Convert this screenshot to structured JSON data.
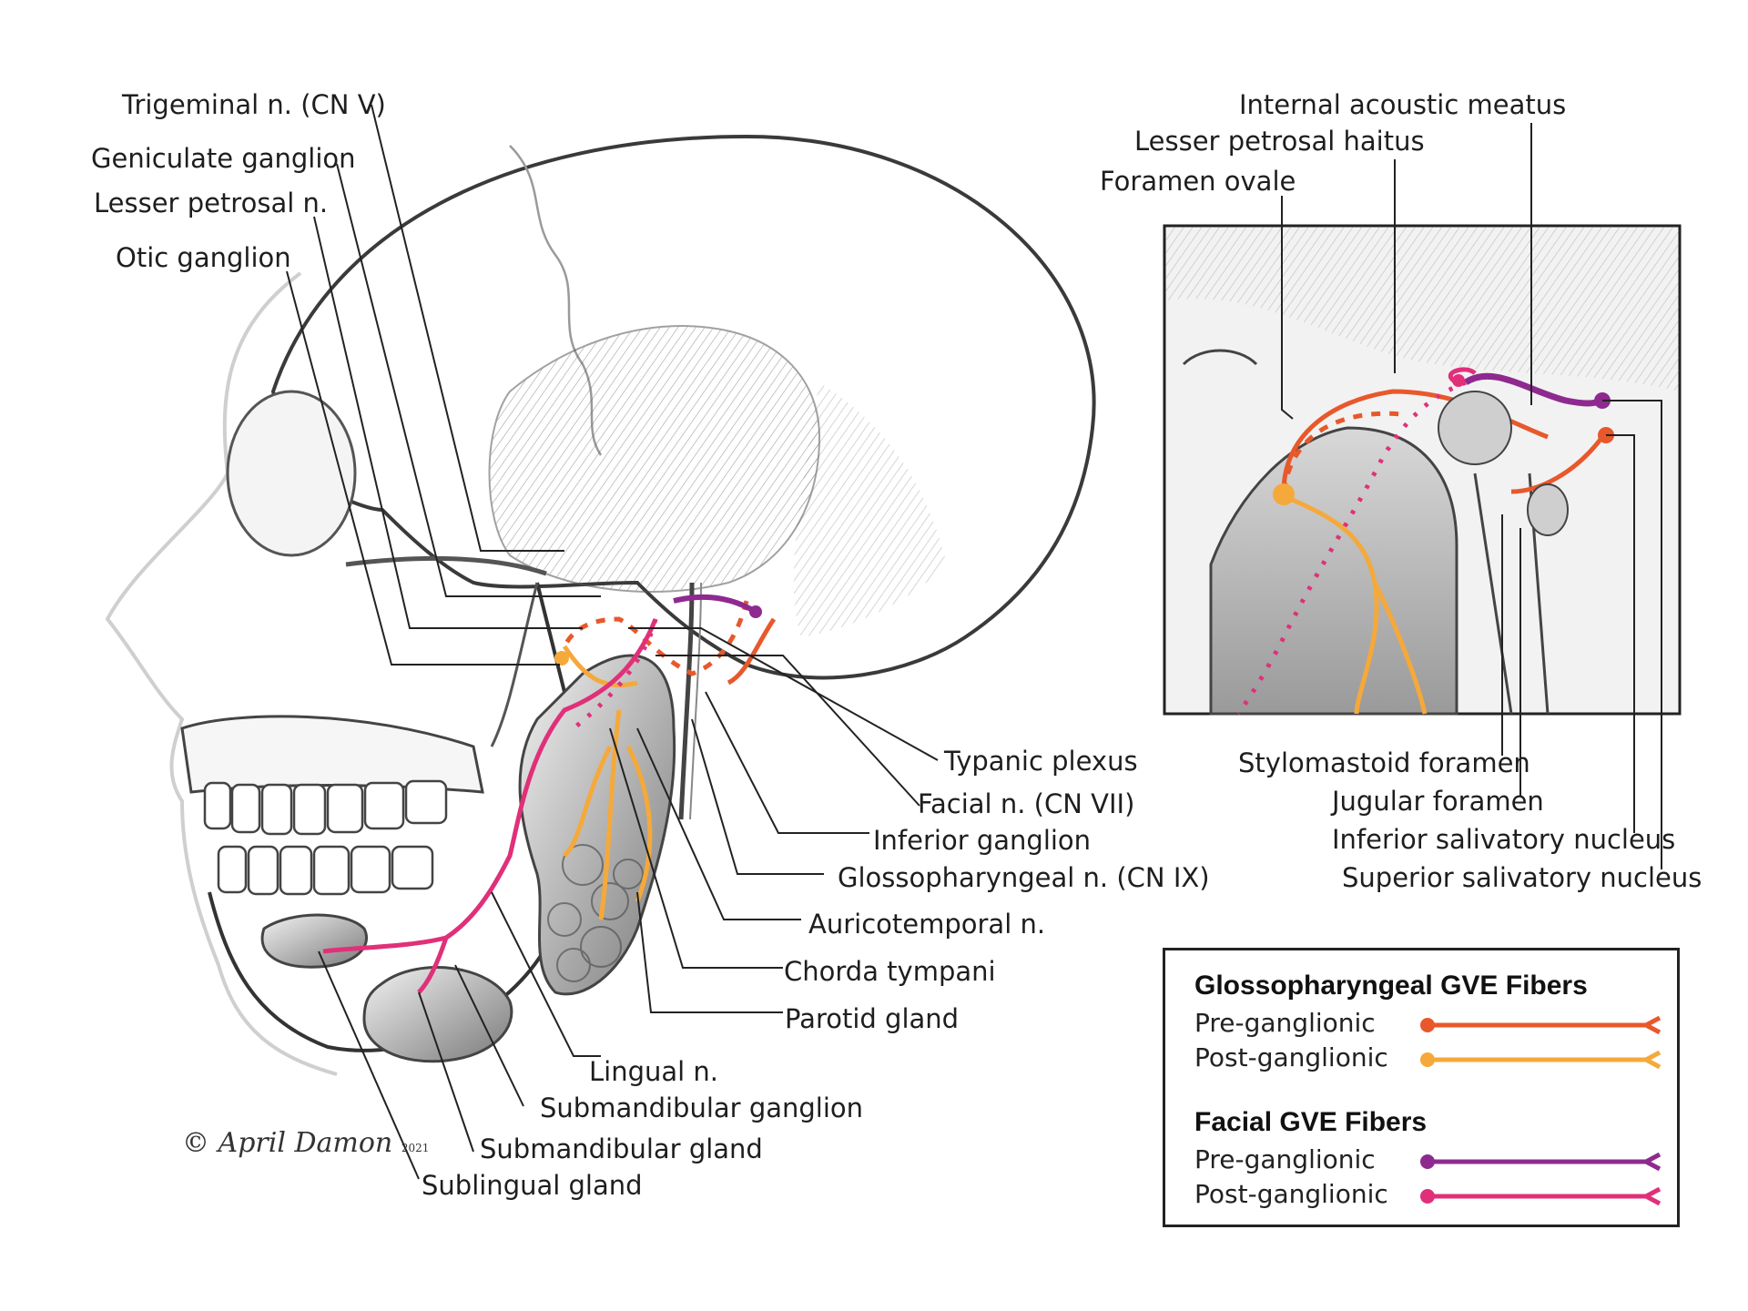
{
  "colors": {
    "glossopharyngeal_pre": "#e8582b",
    "glossopharyngeal_post": "#f5a93a",
    "facial_pre": "#8e2a8f",
    "facial_post": "#e0307a",
    "label_line": "#222222",
    "bone_outline": "#9a9a9a",
    "inset_border": "#222222"
  },
  "main_labels": {
    "trigeminal": "Trigeminal n. (CN V)",
    "geniculate": "Geniculate ganglion",
    "lesser_petrosal_n": "Lesser petrosal n.",
    "otic": "Otic ganglion",
    "tympanic": "Typanic plexus",
    "facial": "Facial n. (CN VII)",
    "inferior_ganglion": "Inferior ganglion",
    "glossopharyngeal": "Glossopharyngeal n. (CN IX)",
    "auriculotemporal": "Auricotemporal n.",
    "chorda": "Chorda tympani",
    "parotid": "Parotid gland",
    "lingual": "Lingual n.",
    "submandibular_ganglion": "Submandibular ganglion",
    "submandibular_gland": "Submandibular gland",
    "sublingual_gland": "Sublingual gland"
  },
  "inset_labels": {
    "internal_acoustic": "Internal acoustic meatus",
    "lesser_petrosal_hiatus": "Lesser petrosal haitus",
    "foramen_ovale": "Foramen ovale",
    "stylomastoid": "Stylomastoid foramen",
    "jugular": "Jugular foramen",
    "inferior_salivatory": "Inferior salivatory nucleus",
    "superior_salivatory": "Superior salivatory nucleus"
  },
  "legend": {
    "glosso_title": "Glossopharyngeal GVE Fibers",
    "glosso_pre": "Pre-ganglionic",
    "glosso_post": "Post-ganglionic",
    "facial_title": "Facial GVE Fibers",
    "facial_pre": "Pre-ganglionic",
    "facial_post": "Post-ganglionic"
  },
  "signature": {
    "copyright": "©",
    "name": "April Damon",
    "year": "2021"
  }
}
